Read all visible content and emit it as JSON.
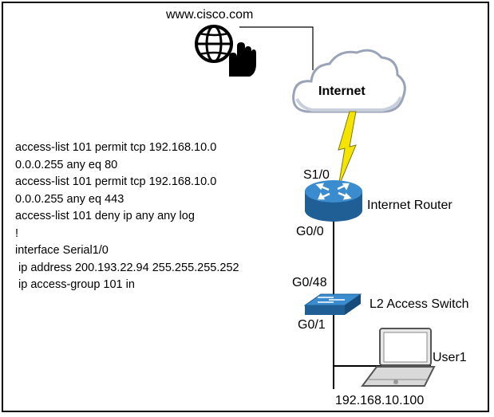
{
  "website": {
    "label": "www.cisco.com",
    "icon": "globe-hand-cursor-icon"
  },
  "internet": {
    "label": "Internet",
    "icon": "cloud-icon"
  },
  "wan_link": {
    "icon": "lightning-bolt-icon",
    "color": "#f5e400"
  },
  "router": {
    "label": "Internet Router",
    "icon": "router-icon",
    "color": "#2e7bb7",
    "ports": {
      "wan": "S1/0",
      "lan": "G0/0"
    }
  },
  "switch": {
    "label": "L2 Access Switch",
    "icon": "switch-icon",
    "color": "#2e7bb7",
    "ports": {
      "uplink": "G0/48",
      "access": "G0/1"
    }
  },
  "user": {
    "label": "User1",
    "icon": "laptop-icon",
    "ip": "192.168.10.100"
  },
  "config_lines": [
    "access-list 101 permit tcp 192.168.10.0",
    "0.0.0.255 any eq 80",
    "access-list 101 permit tcp 192.168.10.0",
    "0.0.0.255 any eq 443",
    "access-list 101 deny ip any any log",
    "!",
    "interface Serial1/0",
    " ip address 200.193.22.94 255.255.255.252",
    " ip access-group 101 in"
  ]
}
